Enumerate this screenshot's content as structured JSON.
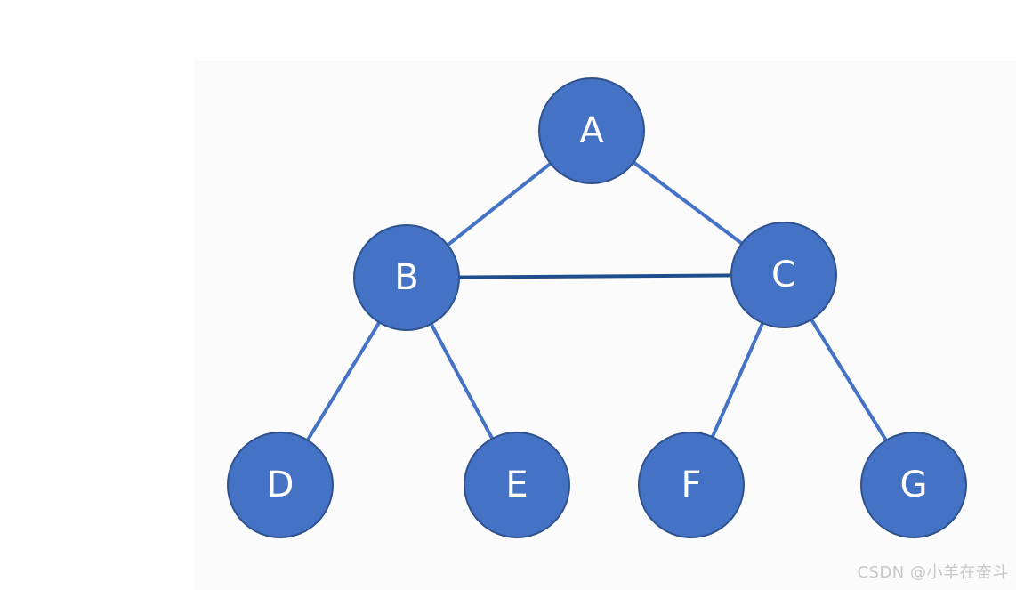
{
  "diagram": {
    "nodes": [
      {
        "id": "A",
        "label": "A"
      },
      {
        "id": "B",
        "label": "B"
      },
      {
        "id": "C",
        "label": "C"
      },
      {
        "id": "D",
        "label": "D"
      },
      {
        "id": "E",
        "label": "E"
      },
      {
        "id": "F",
        "label": "F"
      },
      {
        "id": "G",
        "label": "G"
      }
    ],
    "edges": [
      {
        "from": "A",
        "to": "B"
      },
      {
        "from": "A",
        "to": "C"
      },
      {
        "from": "B",
        "to": "C"
      },
      {
        "from": "B",
        "to": "D"
      },
      {
        "from": "B",
        "to": "E"
      },
      {
        "from": "C",
        "to": "F"
      },
      {
        "from": "C",
        "to": "G"
      }
    ],
    "colors": {
      "node_fill": "#4472c4",
      "node_stroke": "#2f528f",
      "edge": "#4472c4",
      "edge_highlight": "#1f4e8c"
    }
  },
  "watermark": "CSDN @小羊在奋斗"
}
